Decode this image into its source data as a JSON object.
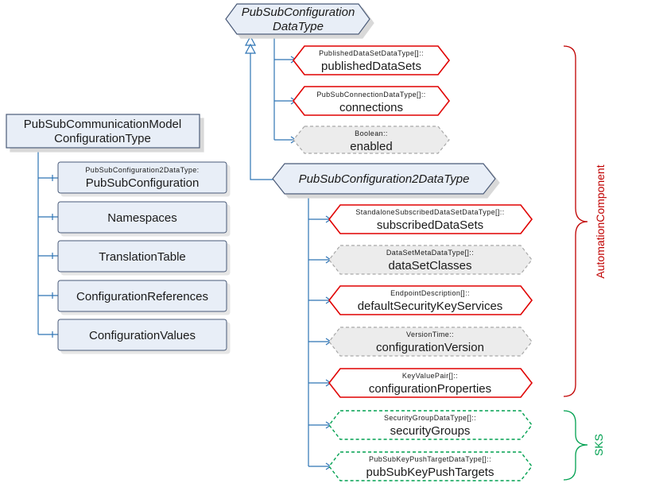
{
  "left_tree": {
    "root": [
      "PubSubCommunicationModel",
      "ConfigurationType"
    ],
    "children": [
      {
        "type": "PubSubConfiguration2DataType:",
        "name": "PubSubConfiguration"
      },
      {
        "name": "Namespaces"
      },
      {
        "name": "TranslationTable"
      },
      {
        "name": "ConfigurationReferences"
      },
      {
        "name": "ConfigurationValues"
      }
    ]
  },
  "top_type": {
    "title": [
      "PubSubConfiguration",
      "DataType"
    ],
    "fields": [
      {
        "type": "PublishedDataSetDataType[]::",
        "name": "publishedDataSets",
        "style": "red"
      },
      {
        "type": "PubSubConnectionDataType[]::",
        "name": "connections",
        "style": "red"
      },
      {
        "type": "Boolean::",
        "name": "enabled",
        "style": "gray"
      }
    ]
  },
  "sub_type": {
    "title": "PubSubConfiguration2DataType",
    "fields": [
      {
        "type": "StandaloneSubscribedDataSetDataType[]::",
        "name": "subscribedDataSets",
        "style": "red"
      },
      {
        "type": "DataSetMetaDataType[]::",
        "name": "dataSetClasses",
        "style": "gray"
      },
      {
        "type": "EndpointDescription[]::",
        "name": "defaultSecurityKeyServices",
        "style": "red"
      },
      {
        "type": "VersionTime::",
        "name": "configurationVersion",
        "style": "gray"
      },
      {
        "type": "KeyValuePair[]::",
        "name": "configurationProperties",
        "style": "red"
      },
      {
        "type": "SecurityGroupDataType[]::",
        "name": "securityGroups",
        "style": "green"
      },
      {
        "type": "PubSubKeyPushTargetDataType[]::",
        "name": "pubSubKeyPushTargets",
        "style": "green"
      }
    ]
  },
  "brackets": [
    {
      "label": "AutomationComponent",
      "color": "#c00000"
    },
    {
      "label": "SKS",
      "color": "#00a050"
    }
  ],
  "colors": {
    "red": "#e00000",
    "green": "#00a050",
    "blue": "#2e74b5",
    "box_fill": "#e8eef7",
    "box_border": "#4a5a78",
    "gray_fill": "#ececec",
    "gray_border": "#a8a8a8"
  }
}
